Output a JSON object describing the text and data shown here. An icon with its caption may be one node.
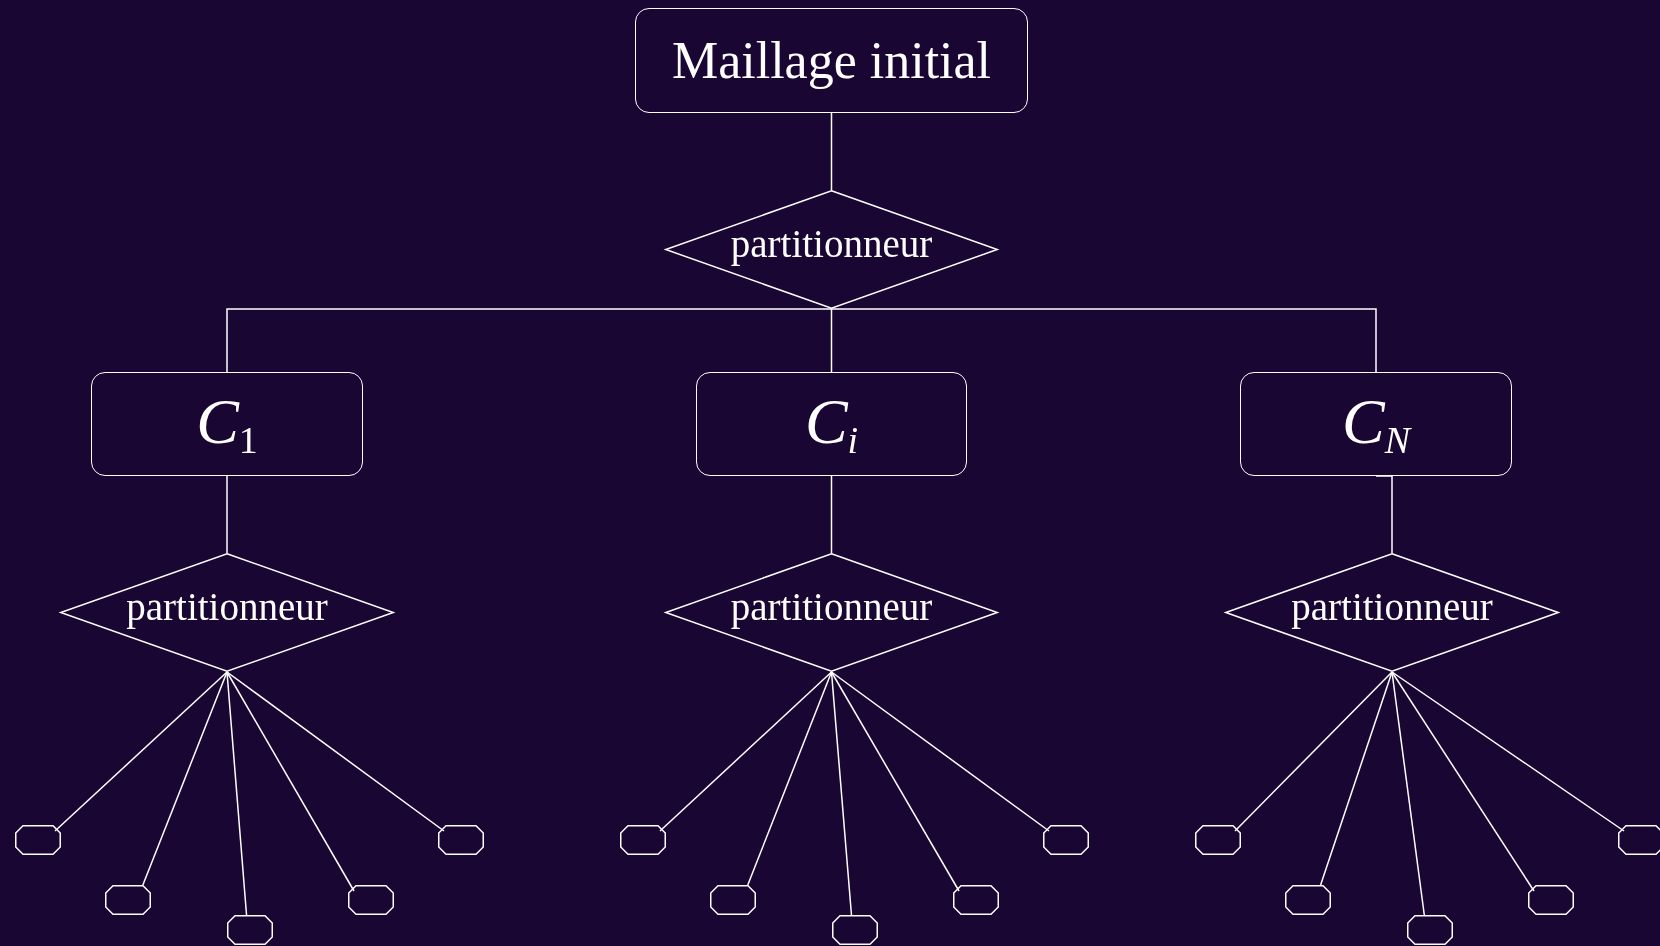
{
  "diagram": {
    "nodes": [
      {
        "text": [
          "Maillage initial"
        ]
      },
      {
        "text": [
          "partitionneur"
        ]
      },
      {
        "text": [
          "*C*$_{1}$"
        ]
      },
      {
        "text": [
          "*C$_{i}$*"
        ]
      },
      {
        "text": [
          "*C$_{N}$*"
        ]
      },
      {
        "text": [
          "partitionneur"
        ]
      },
      {
        "text": [
          "partitionneur"
        ]
      },
      {
        "text": [
          "partitionneur"
        ]
      },
      {
        "text": [],
        "shape": "octagon"
      },
      {
        "text": [],
        "shape": "octagon"
      },
      {
        "text": [],
        "shape": "octagon"
      },
      {
        "text": [],
        "shape": "octagon"
      },
      {
        "text": [],
        "shape": "octagon"
      },
      {
        "text": [],
        "shape": "octagon"
      },
      {
        "text": [],
        "shape": "octagon"
      },
      {
        "text": [],
        "shape": "octagon"
      },
      {
        "text": [],
        "shape": "octagon"
      },
      {
        "text": [],
        "shape": "octagon"
      },
      {
        "text": [],
        "shape": "octagon"
      },
      {
        "text": [],
        "shape": "octagon"
      },
      {
        "text": [],
        "shape": "octagon"
      },
      {
        "text": [],
        "shape": "octagon"
      },
      {
        "text": [],
        "shape": "octagon"
      }
    ],
    "edges": [
      {
        "from": 0,
        "to": 1,
        "arrow": "none"
      },
      {
        "from": 1,
        "to": 2,
        "arrow": "none"
      },
      {
        "from": 1,
        "to": 3,
        "arrow": "none"
      },
      {
        "from": 1,
        "to": 4,
        "arrow": "none"
      },
      {
        "from": 2,
        "to": 5,
        "arrow": "none"
      },
      {
        "from": 3,
        "to": 6,
        "arrow": "none"
      },
      {
        "from": 4,
        "to": 7,
        "arrow": "none"
      },
      {
        "from": 5,
        "to": 8,
        "arrow": "none"
      },
      {
        "from": 5,
        "to": 9,
        "arrow": "none"
      },
      {
        "from": 5,
        "to": 10,
        "arrow": "none"
      },
      {
        "from": 5,
        "to": 11,
        "arrow": "none"
      },
      {
        "from": 5,
        "to": 12,
        "arrow": "none"
      },
      {
        "from": 6,
        "to": 13,
        "arrow": "none"
      },
      {
        "from": 6,
        "to": 14,
        "arrow": "none"
      },
      {
        "from": 6,
        "to": 15,
        "arrow": "none"
      },
      {
        "from": 6,
        "to": 16,
        "arrow": "none"
      },
      {
        "from": 6,
        "to": 17,
        "arrow": "none"
      },
      {
        "from": 7,
        "to": 18,
        "arrow": "none"
      },
      {
        "from": 7,
        "to": 19,
        "arrow": "none"
      },
      {
        "from": 7,
        "to": 20,
        "arrow": "none"
      },
      {
        "from": 7,
        "to": 21,
        "arrow": "none"
      },
      {
        "from": 7,
        "to": 22,
        "arrow": "none"
      }
    ]
  }
}
